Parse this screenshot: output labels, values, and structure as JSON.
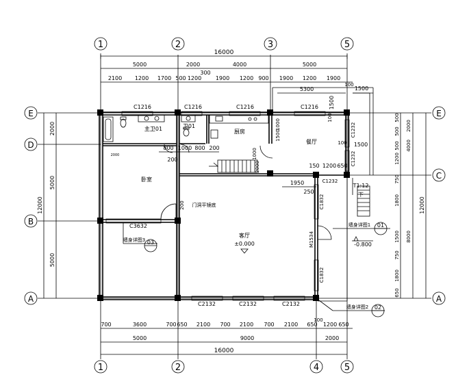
{
  "axes_x_top": [
    "1",
    "2",
    "3",
    "5"
  ],
  "axes_x_bottom": [
    "1",
    "2",
    "4",
    "5"
  ],
  "axes_y_left": [
    "E",
    "D",
    "B",
    "A"
  ],
  "axes_y_right": [
    "E",
    "C",
    "A"
  ],
  "dims_top": {
    "total": "16000",
    "row2": [
      "5000",
      "2000",
      "4000",
      "5000"
    ],
    "row3": [
      "2100",
      "1200",
      "1700",
      "500",
      "1200",
      "300",
      "1900",
      "1200",
      "900",
      "1900",
      "1200",
      "1900",
      "100"
    ],
    "extra": [
      "5300",
      "1500",
      "1500",
      "1500",
      "100",
      "100",
      "1500"
    ]
  },
  "dims_bottom": {
    "row1": [
      "700",
      "3600",
      "700",
      "650",
      "2100",
      "700",
      "2100",
      "700",
      "2100",
      "650",
      "1200",
      "650",
      "100"
    ],
    "row2": [
      "5000",
      "9000",
      "2000"
    ],
    "total": "16000"
  },
  "dims_left": {
    "segments": [
      "2000",
      "5000",
      "5000"
    ],
    "total": "12000"
  },
  "dims_right": {
    "segments": [
      "500",
      "500",
      "500",
      "1200",
      "750",
      "1800",
      "1500",
      "750",
      "1800",
      "650"
    ],
    "groups": [
      "2000",
      "4000",
      "8000"
    ],
    "total": "12000"
  },
  "rooms": {
    "master_bath": "主卫01",
    "bath": "卫01",
    "kitchen": "厨房",
    "dining": "餐厅",
    "bedroom": "卧室",
    "living": "客厅",
    "living_level": "±0.000"
  },
  "windows": [
    "C1216",
    "C1216",
    "C1216",
    "C1216",
    "C1232",
    "C1232",
    "C1232",
    "C1832",
    "C1832",
    "C3632",
    "C2132",
    "C2132",
    "C2132"
  ],
  "doors": [
    "M1534"
  ],
  "inner_dims": [
    "800",
    "1000",
    "800",
    "200",
    "200",
    "2000",
    "1000",
    "2000",
    "1000",
    "1500",
    "1950",
    "250",
    "150",
    "1200",
    "650",
    "200"
  ],
  "labels": {
    "mirror": "门洞平镜底",
    "stair_slope": "T1:12",
    "stair_down": "下",
    "ext_level": "-0.800",
    "detail1": "墙身详图1",
    "detail1_no": "01",
    "detail2": "墙身详图2",
    "detail2_no": "02",
    "detail3": "墙身详图3",
    "detail3_no": "03"
  }
}
